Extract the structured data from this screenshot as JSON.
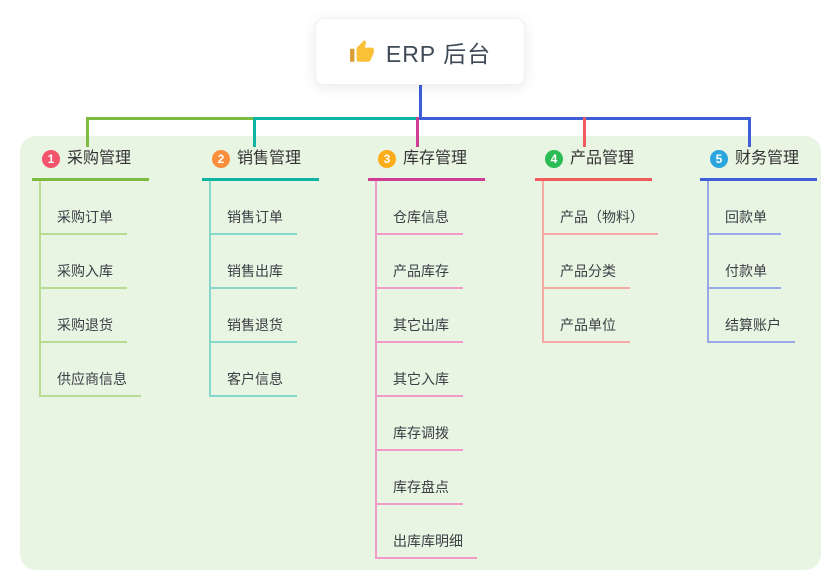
{
  "root": {
    "icon": "thumbs-up-icon",
    "title": "ERP 后台"
  },
  "panel": {
    "background": "#e8f5e2"
  },
  "branches": [
    {
      "badge": "1",
      "label": "采购管理",
      "badge_color": "#f4536d",
      "color": "#7dbb41",
      "light_color": "#b9dc92",
      "children": [
        "采购订单",
        "采购入库",
        "采购退货",
        "供应商信息"
      ]
    },
    {
      "badge": "2",
      "label": "销售管理",
      "badge_color": "#fb8e3c",
      "color": "#0fb5a3",
      "light_color": "#86d8cd",
      "children": [
        "销售订单",
        "销售出库",
        "销售退货",
        "客户信息"
      ]
    },
    {
      "badge": "3",
      "label": "库存管理",
      "badge_color": "#fbad19",
      "color": "#cf3d95",
      "light_color": "#f29ac9",
      "children": [
        "仓库信息",
        "产品库存",
        "其它出库",
        "其它入库",
        "库存调拨",
        "库存盘点",
        "出库库明细"
      ]
    },
    {
      "badge": "4",
      "label": "产品管理",
      "badge_color": "#2cbc56",
      "color": "#f15b5e",
      "light_color": "#f8a8a3",
      "children": [
        "产品（物料）",
        "产品分类",
        "产品单位"
      ]
    },
    {
      "badge": "5",
      "label": "财务管理",
      "badge_color": "#2ba5dd",
      "color": "#3d5ed6",
      "light_color": "#97a9e6",
      "children": [
        "回款单",
        "付款单",
        "结算账户"
      ]
    }
  ]
}
